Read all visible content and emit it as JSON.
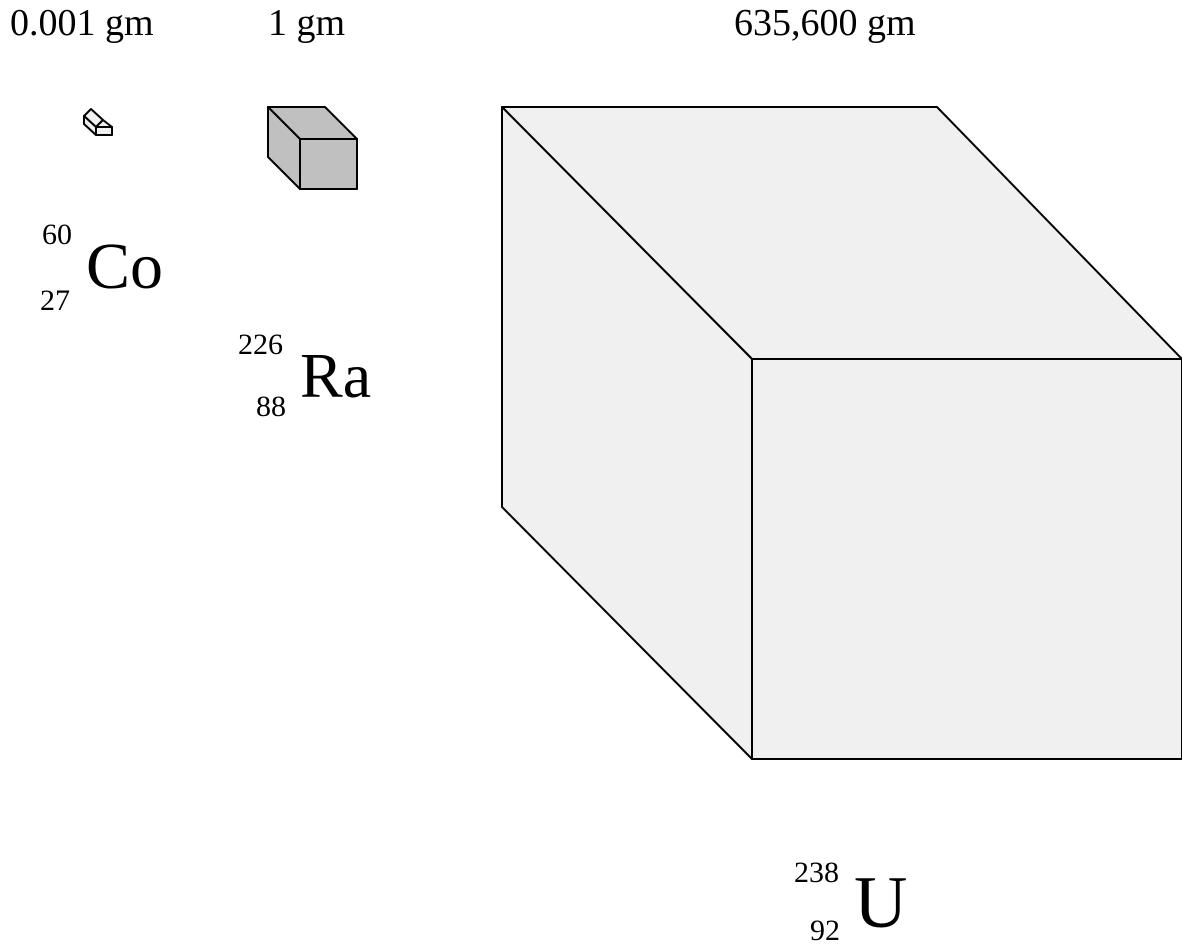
{
  "samples": [
    {
      "mass_label": "0.001 gm",
      "isotope": {
        "mass_number": "60",
        "atomic_number": "27",
        "symbol": "Co"
      },
      "cube_color": "#f0f0f0"
    },
    {
      "mass_label": "1 gm",
      "isotope": {
        "mass_number": "226",
        "atomic_number": "88",
        "symbol": "Ra"
      },
      "cube_color": "#c0c0c0"
    },
    {
      "mass_label": "635,600 gm",
      "isotope": {
        "mass_number": "238",
        "atomic_number": "92",
        "symbol": "U"
      },
      "cube_color": "#f0f0f0"
    }
  ],
  "stroke_color": "#000000"
}
